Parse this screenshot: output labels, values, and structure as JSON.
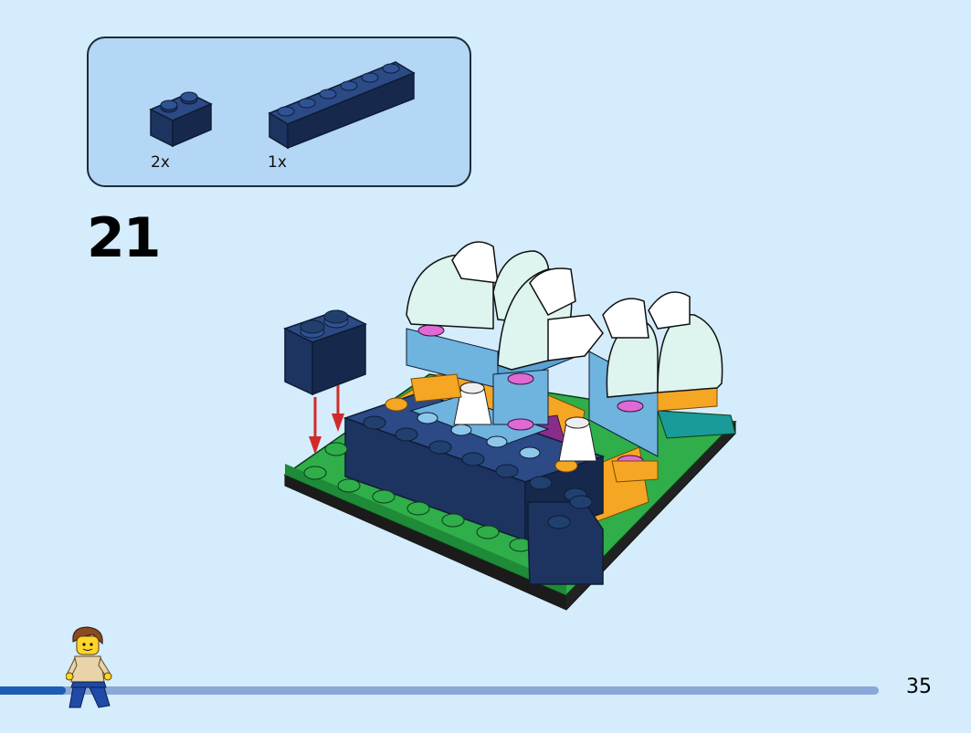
{
  "step": {
    "number": "21"
  },
  "parts_list": {
    "items": [
      {
        "name": "brick-1x2",
        "color": "#1d3461",
        "count_label": "2x"
      },
      {
        "name": "brick-1x6",
        "color": "#1d3461",
        "count_label": "1x"
      }
    ]
  },
  "page": {
    "number": "35",
    "progress": 0.075
  },
  "colors": {
    "background": "#d4ecfb",
    "parts_box": "#b3d7f4",
    "dark_blue": "#1d3461",
    "green": "#2fae4a",
    "medium_azure": "#6fb3df",
    "arrow": "#d22a2a",
    "orange": "#f5a623",
    "progress_track": "#8aa8d8",
    "progress_fill": "#1e5db5"
  }
}
